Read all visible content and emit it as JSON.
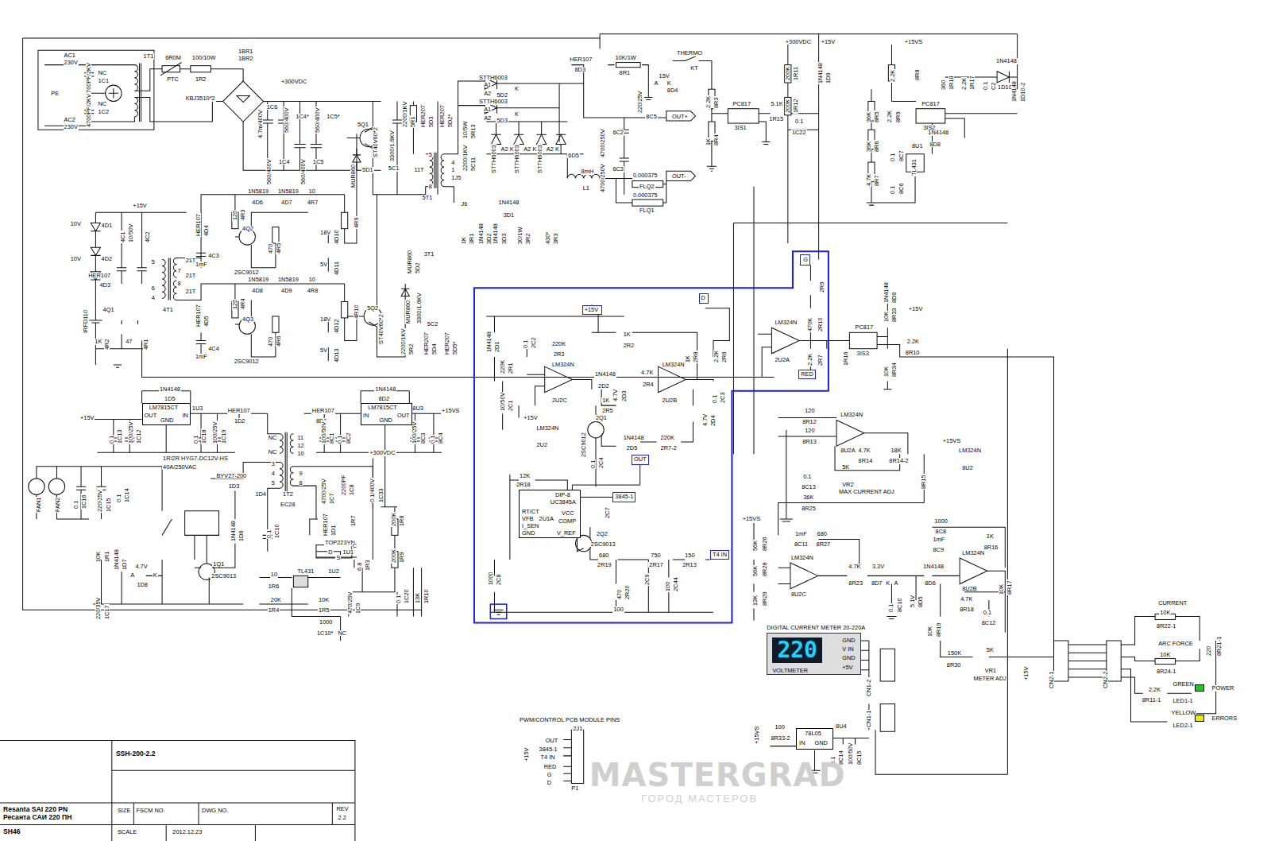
{
  "diagram": {
    "nodes": [
      {
        "text": [
          "LM7815CT",
          "OUT",
          "GND",
          "IN"
        ]
      },
      {
        "text": [
          "LM7815CT",
          "IN",
          "GND",
          "OUT"
        ]
      },
      {
        "text": [
          "DIP-8",
          "UC3845A",
          "RT/CT",
          "VFB",
          "I_SEN",
          "GND",
          "VCC",
          "COMP",
          "V_REF",
          "2U1A"
        ]
      },
      {
        "text": [
          "+15V"
        ]
      },
      {
        "text": [
          "D"
        ]
      },
      {
        "text": [
          "G"
        ]
      },
      {
        "text": [
          "RED"
        ]
      },
      {
        "text": [
          "OUT"
        ]
      },
      {
        "text": [
          "3845-1"
        ]
      },
      {
        "text": [
          "T4 IN"
        ]
      },
      {
        "text": [
          "220",
          "VOLTMETER",
          "GND",
          "V IN",
          "GND",
          "+5V"
        ]
      },
      {
        "text": [
          "78L05",
          "IN",
          "GND"
        ]
      }
    ],
    "edges": [
      {
        "from": 7,
        "to": 2,
        "arrow": "none"
      },
      {
        "from": 8,
        "to": 2,
        "arrow": "none"
      }
    ],
    "labels": [
      "AC1",
      "230V",
      "PE",
      "AC2",
      "230V",
      "4700PF/2KV",
      "4700PF/2KV",
      "NC",
      "1C1",
      "NC",
      "1C2",
      "6R0M",
      "PTC",
      "100/10W",
      "1R2",
      "1BR1",
      "1BR2",
      "KBJ3510*2",
      "+300VDC",
      "1T1",
      "4.7m/400V",
      "1C6",
      "560/400V",
      "1C4*",
      "560/400V",
      "1C5*",
      "560/400V",
      "1C4",
      "560/400V",
      "1C5",
      "5Q1",
      "ST40V60*2",
      "MUR860",
      "5D1",
      "3300/1.6KV",
      "5C1",
      "2200/1KV",
      "5R1",
      "HER207",
      "5D3",
      "HER207",
      "5D2*",
      "5",
      "4",
      "11T",
      "1J5",
      "8",
      "5T1",
      "1",
      "2200/1KV",
      "5C11",
      "10/5W",
      "5R13",
      "STTH6003",
      "A1",
      "A2",
      "K",
      "5D2",
      "STTH6003",
      "A1",
      "A2",
      "K",
      "5D3",
      "STTH6003",
      "STTH6003",
      "STTH6003",
      "A2",
      "K",
      "A2",
      "K",
      "A2",
      "K",
      "6D5",
      "HER107",
      "8D3",
      "10K/1W",
      "8R1",
      "220/25V",
      "8C5",
      "15V",
      "K",
      "8D4",
      "A",
      "THERMO",
      "KT",
      "OUT+",
      "4700/250V",
      "6C2",
      "4700/250V",
      "6C3",
      "8mH",
      "L1",
      "0.000375",
      "FLQ2",
      "0.000375",
      "FLQ1",
      "OUT-",
      "J6",
      "1N4148",
      "3D1",
      "1K",
      "3R1",
      "1N4148",
      "3D2",
      "1N4148",
      "3D3",
      "30/1W",
      "3R2",
      "430*",
      "3R3",
      "3T1",
      "MUR860",
      "5D2",
      "+15V",
      "1N5819",
      "1N5819",
      "4D6",
      "4D7",
      "10",
      "4R7",
      "4R9",
      "120",
      "4R3",
      "HER107",
      "4D4",
      "4Q2",
      "2SC9012",
      "470",
      "4R5",
      "18V",
      "4D10",
      "5V",
      "4D11",
      "10V",
      "4D1",
      "10V",
      "4D2",
      "4C1",
      "10/50V",
      "4C2",
      "1mF",
      "4C3",
      "21T",
      "21T",
      "4T1",
      "21T",
      "5",
      "7",
      "8",
      "6",
      "4",
      "1N5819",
      "1N5819",
      "4D8",
      "4D9",
      "10",
      "4R8",
      "4R10",
      "120",
      "4R4",
      "HER107",
      "4D5",
      "4Q3",
      "2SC9012",
      "470",
      "4R6",
      "18V",
      "4D12",
      "5V",
      "4D13",
      "1mF",
      "4C4",
      "HER107",
      "4D3",
      "IRFD110",
      "4Q1",
      "1K",
      "4R2",
      "47",
      "4R1",
      "5Q2",
      "ST40V60*2",
      "MUR860",
      "3300/1.6KV",
      "5C2",
      "2200/1KV",
      "5R2",
      "HER207",
      "5D4",
      "HER207",
      "5D5*",
      "1N4148",
      "1D5",
      "1U3",
      "+15V",
      "0.1",
      "1C13",
      "100/25V",
      "1C12",
      "0.1",
      "1C18",
      "100/25V",
      "1C19",
      "HER107",
      "1D2",
      "1R/2R HYG7-DC12V-HS",
      "40A/250VAC",
      "HER107",
      "8D1",
      "100/50V",
      "8C1",
      "0.1",
      "8C2",
      "1N4148",
      "8D2",
      "8U3",
      "+15VS",
      "100/25V",
      "8C3",
      "0.1",
      "8C4",
      "NC",
      "NC",
      "11",
      "12",
      "10",
      "3",
      "4",
      "5",
      "9",
      "8",
      "1T2",
      "EC28",
      "+300VDC",
      "4700/25V",
      "1C7",
      "2200PF",
      "1C8",
      "0.1/400V",
      "1C33",
      "200K",
      "1R8",
      "200K",
      "1R9",
      "HER107",
      "1D1",
      "TOP223YN",
      "1U1",
      "D",
      "S",
      "C",
      "1R7",
      "6.8",
      "1R3",
      "BYV27-200",
      "1D3",
      "1D4",
      "0.1",
      "1C10",
      "10",
      "1R6",
      "TL431",
      "1U2",
      "20K",
      "1R4",
      "10K",
      "1R5",
      "1000",
      "1C10*",
      "NC",
      "470/25V",
      "1C9",
      "0.1",
      "1C20",
      "13K",
      "1R10",
      "FAN1",
      "FAN2",
      "0.1",
      "1C16",
      "220/25V",
      "1C15",
      "0.1",
      "1C14",
      "10K",
      "1R1",
      "1N4148",
      "1D7",
      "4.7V",
      "A",
      "K",
      "1D8",
      "1Q1",
      "2SC9013",
      "220/35V",
      "1C17",
      "1N4148",
      "1D6",
      "1N4148",
      "2D1",
      "220K",
      "2R1",
      "10/50V",
      "2C1",
      "0.1",
      "2C2",
      "220K",
      "2R3",
      "LM324N",
      "2U2C",
      "1K",
      "2R2",
      "1N4148",
      "2D2",
      "4.7K",
      "2R4",
      "LM324N",
      "2U2B",
      "1K",
      "2R8",
      "2.2K",
      "2R6",
      "4.7V",
      "2D3",
      "0.1",
      "2C3",
      "4.7V",
      "2D4",
      "1K",
      "2R5",
      "2SC9012",
      "2Q1",
      "+15V",
      "LM324N",
      "2U2",
      "1N4148",
      "2D5",
      "220K",
      "2R7-2",
      "0.1",
      "2C4",
      "12K",
      "2R18",
      "2C7",
      "2Q2",
      "2SC9013",
      "680",
      "2R19",
      "750",
      "2R17",
      "150",
      "2R13",
      "470",
      "2R20",
      "100",
      "2C9",
      "100",
      "2C44",
      "1000",
      "2C8",
      "2R9",
      "470K",
      "2R10",
      "LM324N",
      "2U2A",
      "2.2K",
      "2R7",
      "1R16",
      "PC817",
      "3IS3",
      "1N4148",
      "8D9",
      "10K",
      "8R33",
      "+15V",
      "2.2K",
      "8R10",
      "10K",
      "8R34",
      "+300VDC",
      "+15V",
      "200K",
      "1R11",
      "200K",
      "1R12",
      "1N4148",
      "1D9",
      "2.2K",
      "8R3",
      "1K",
      "8R4",
      "PC817",
      "3IS1",
      "5.1K",
      "1R15",
      "0.1",
      "1C22",
      "+15VS",
      "2.2K",
      "8R8",
      "36K",
      "8R5",
      "36K",
      "8R6",
      "4.7K",
      "8R7",
      "2.2K",
      "8R9",
      "360",
      "1R18",
      "2.2K",
      "1R17",
      "0.1",
      "C2",
      "PC817",
      "3IS2",
      "1N4148",
      "1D10",
      "1N4148",
      "1D10-2",
      "1N4148",
      "8D8",
      "8U1",
      "TL431",
      "0.1",
      "8C7",
      "0.1",
      "8C6",
      "120",
      "8R12",
      "120",
      "8R13",
      "LM324N",
      "8U2A",
      "4.7K",
      "8R14",
      "18K",
      "8R14-2",
      "5K",
      "VR2",
      "MAX CURRENT ADJ",
      "+15VS",
      "LM324N",
      "8U2",
      "8R15",
      "0.1",
      "8C13",
      "36K",
      "8R25",
      "+15VS",
      "56K",
      "8R26",
      "56K",
      "8R28",
      "13K",
      "8R29",
      "1mF",
      "8C11",
      "680",
      "8R27",
      "LM324N",
      "8U2C",
      "4.7K",
      "8R23",
      "3.3V",
      "8D7",
      "K",
      "A",
      "1N4148",
      "8D6",
      "5.1V",
      "8D5",
      "0.1",
      "8C10",
      "1000",
      "8C8",
      "1mF",
      "8C9",
      "1K",
      "8R16",
      "LM324N",
      "8U2B",
      "10K",
      "8R17",
      "4.7K",
      "8R18",
      "0.1",
      "8C12",
      "10K",
      "8R19",
      "150K",
      "8R30",
      "5K",
      "VR1",
      "METER ADJ",
      "+15V",
      "DIGITAL CURRENT METER 20-220A",
      "CN1-2",
      "CN1-1",
      "+15VS",
      "100",
      "8R33-2",
      "8U4",
      "0.1",
      "8C14",
      "100/50V",
      "8C15",
      "CN2-1",
      "CN2-2",
      "CURRENT",
      "10K",
      "8R22-1",
      "ARC FORCE",
      "10K",
      "8R24-1",
      "220",
      "8R21-1",
      "GREEN",
      "2,2K",
      "8R11-1",
      "LED1-1",
      "YELLOW",
      "LED2-1",
      "PWM/CONTROL PCB MODULE PINS",
      "2J1",
      "+15V",
      "OUT",
      "3845-1",
      "T4 IN",
      "RED",
      "G",
      "D",
      "P1",
      "MASTERGRAD",
      "ГОРОД МАСТЕРОВ",
      "SSH-200-2.2",
      "Resanta SAI 220 PN",
      "Ресанта САИ 220 ПН",
      "SH46",
      "SIZE",
      "FSCM NO.",
      "DWG NO.",
      "REV",
      "2.2",
      "SCALE",
      "2012.12.23"
    ],
    "legend": [
      {
        "text": "POWER",
        "color": "#22c522"
      },
      {
        "text": "ERRORS",
        "color": "#e8e800"
      }
    ]
  }
}
